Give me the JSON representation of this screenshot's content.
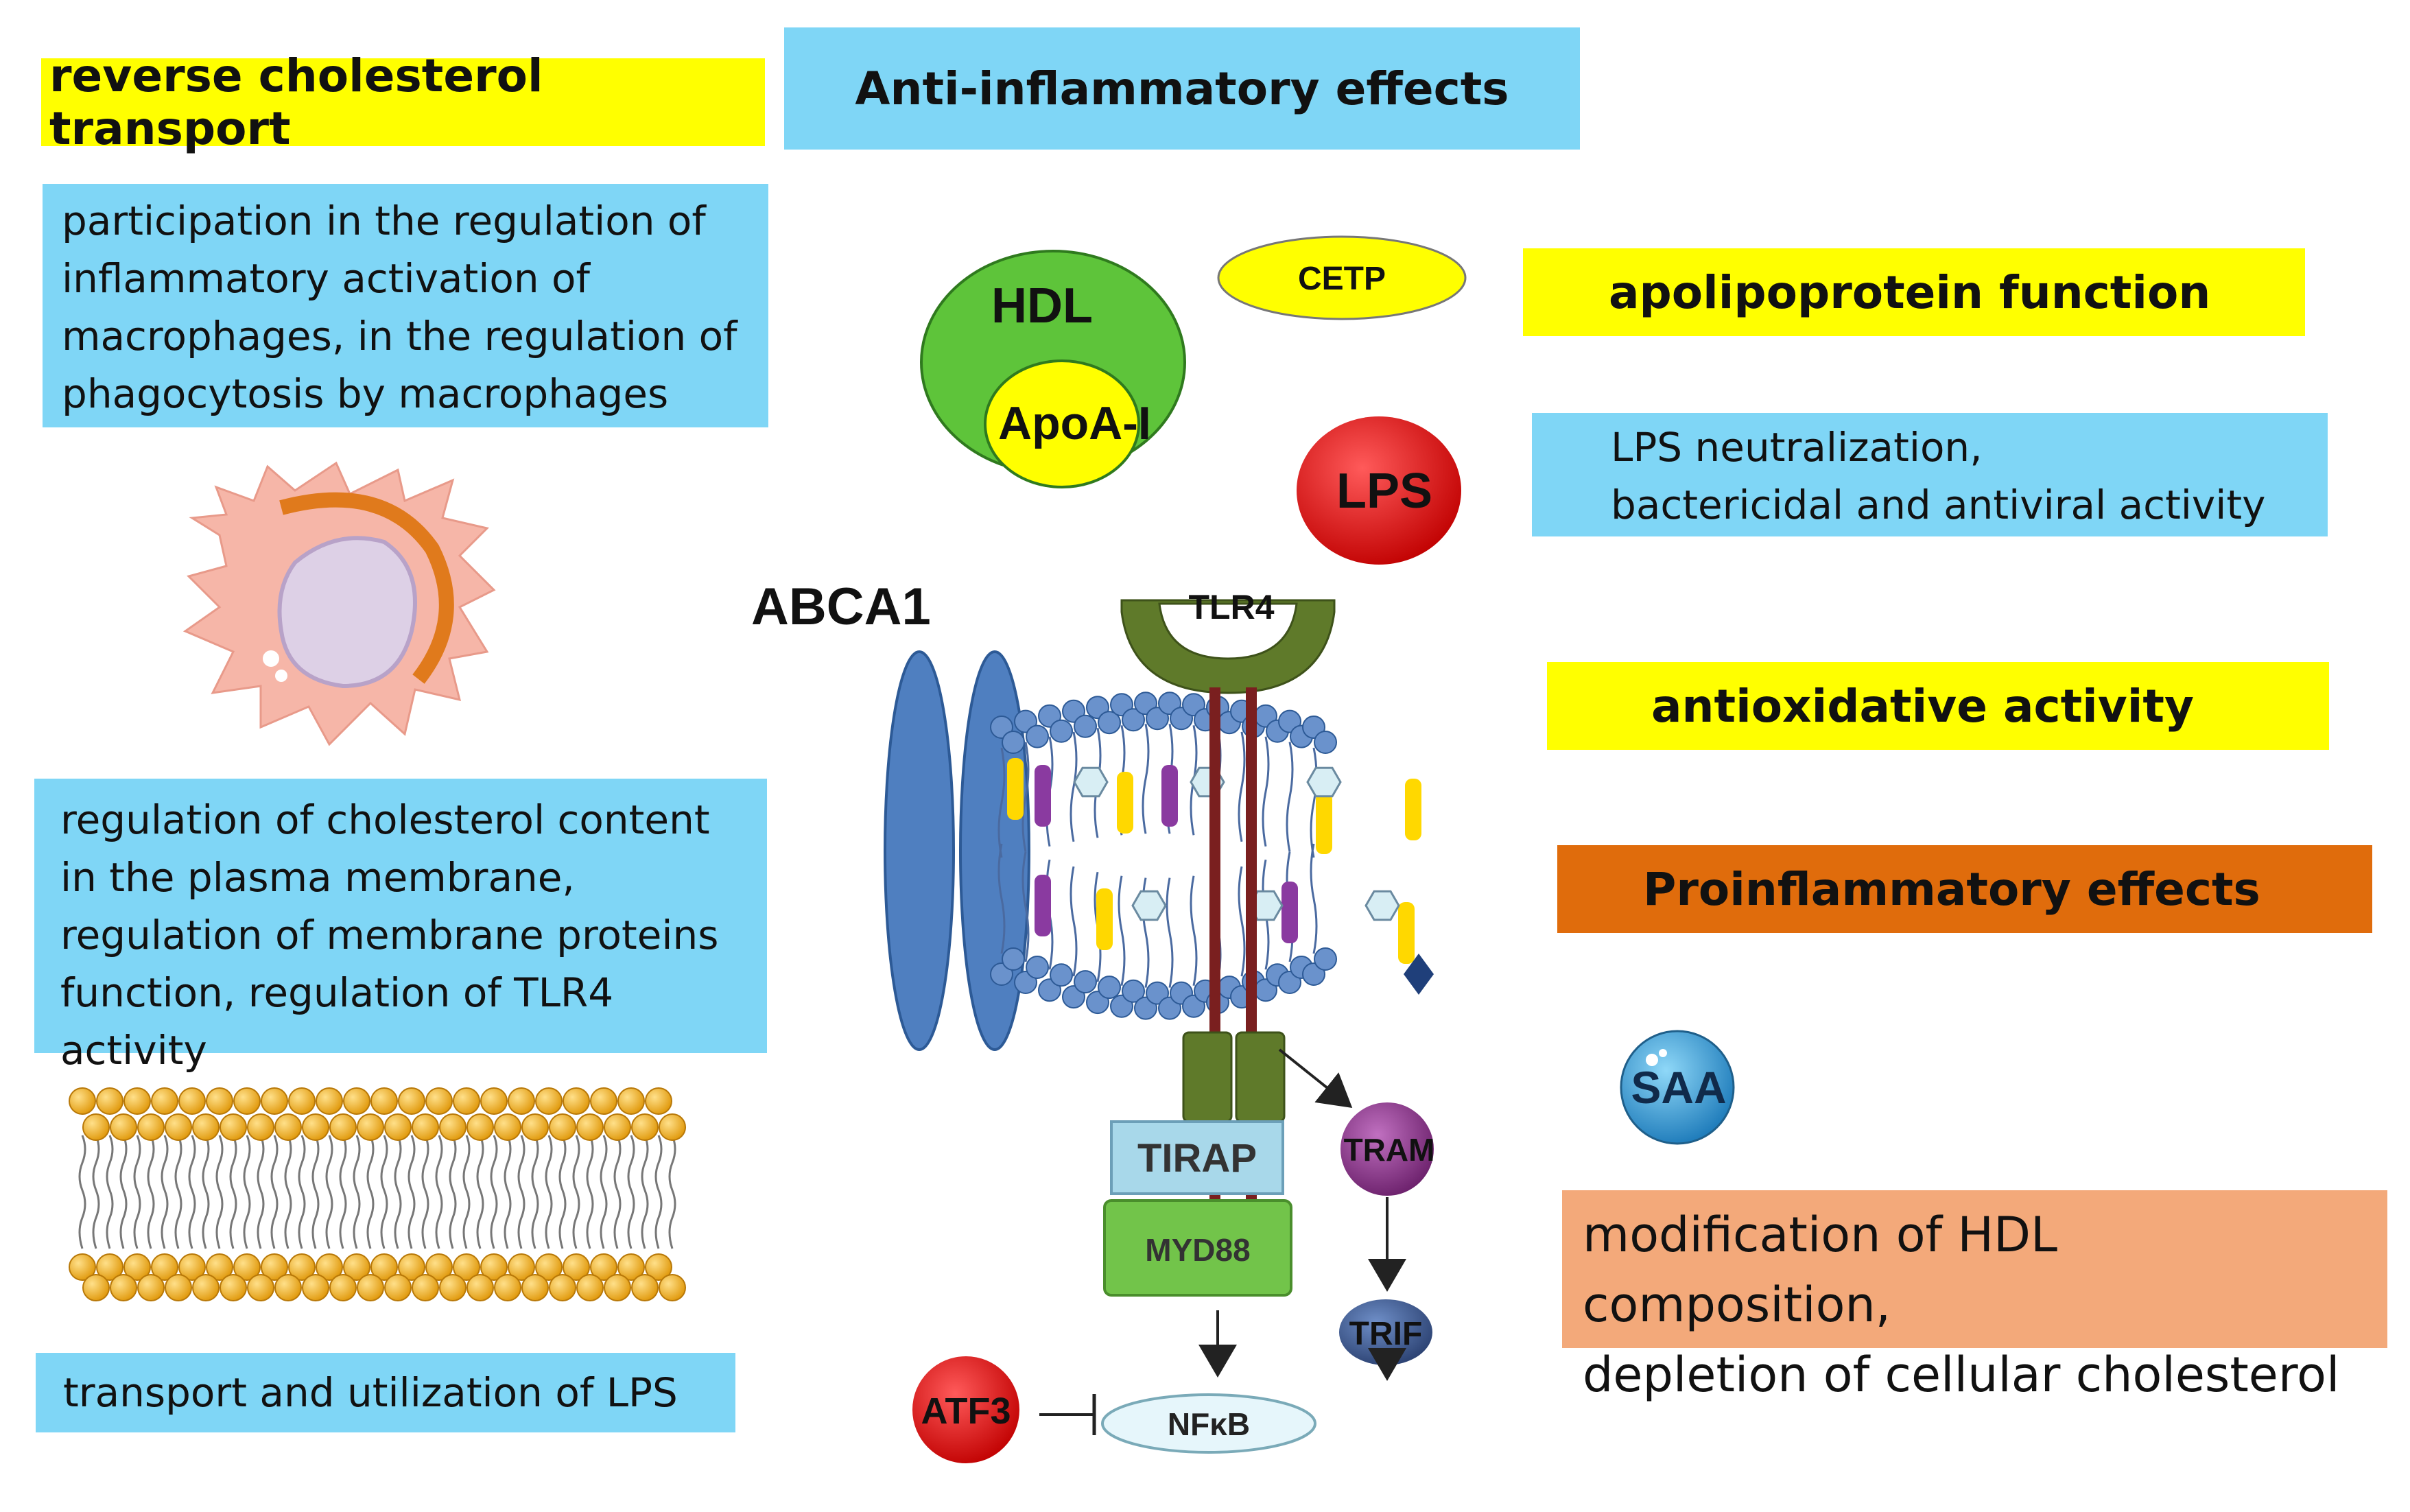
{
  "headers": {
    "reverse_transport": "reverse cholesterol transport",
    "anti_inflammatory": "Anti-inflammatory effects",
    "apolipoprotein": "apolipoprotein function",
    "antioxidative": "antioxidative activity",
    "proinflammatory": "Proinflammatory effects"
  },
  "text": {
    "macrophages": "participation in the regulation of inflammatory activation of macrophages, in the regulation of phagocytosis by macrophages",
    "cholesterol_content": "regulation of cholesterol content in the plasma membrane, regulation of membrane proteins function, regulation of TLR4 activity",
    "lps_transport": "transport and utilization of LPS",
    "lps_neutralization_1": "LPS neutralization,",
    "lps_neutralization_2": "bactericidal and antiviral activity",
    "hdl_modification_1": "modification of HDL composition,",
    "hdl_modification_2": "depletion of cellular cholesterol"
  },
  "labels": {
    "hdl": "HDL",
    "apoa": "ApoA-I",
    "cetp": "CETP",
    "lps": "LPS",
    "abca1": "ABCA1",
    "tlr4": "TLR4",
    "tirap": "TIRAP",
    "myd88": "MYD88",
    "tram": "TRAM",
    "trif": "TRIF",
    "atf3": "ATF3",
    "nfkb": "NFκB",
    "saa": "SAA"
  },
  "colors": {
    "yellow": "#ffff00",
    "blue": "#7fd6f6",
    "orange": "#e06c0c",
    "peach": "#f3a97a"
  }
}
